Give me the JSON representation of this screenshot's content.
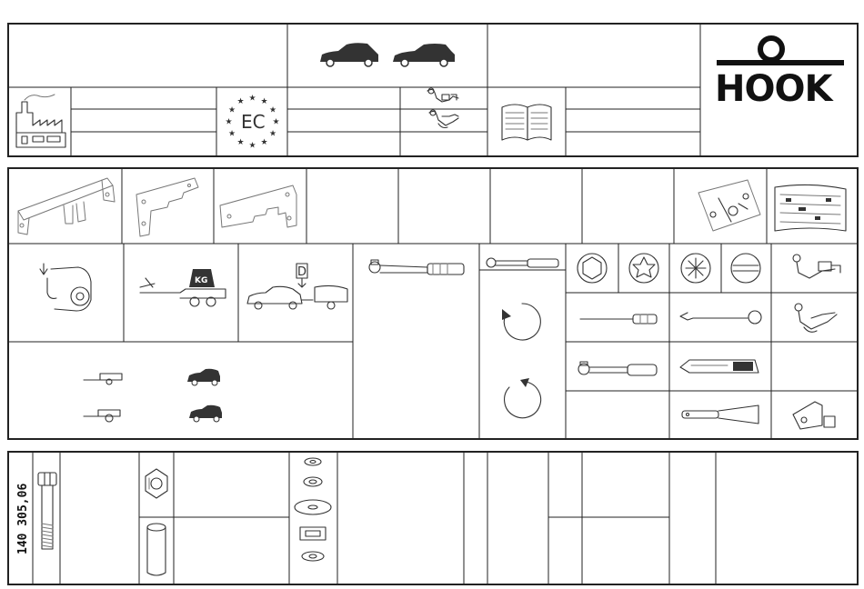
{
  "brand": {
    "name": "HOOK"
  },
  "certification": {
    "mark": "EC"
  },
  "load_icon": {
    "label": "KG"
  },
  "class_icon": {
    "label": "D"
  },
  "part_number": "140 305,06",
  "icons": {
    "vehicle": "car-silhouette-icon",
    "factory": "factory-icon",
    "eu_stars": "eu-stars-icon",
    "towbar": "tow-ball-icon",
    "manual": "open-book-icon",
    "hex_socket": "hex-socket-icon",
    "torx_socket": "torx-socket-icon",
    "rotate_cw": "rotate-clockwise-icon",
    "rotate_ccw": "rotate-counterclockwise-icon"
  },
  "colors": {
    "line": "#222222",
    "sketch": "#333333",
    "background": "#ffffff"
  }
}
